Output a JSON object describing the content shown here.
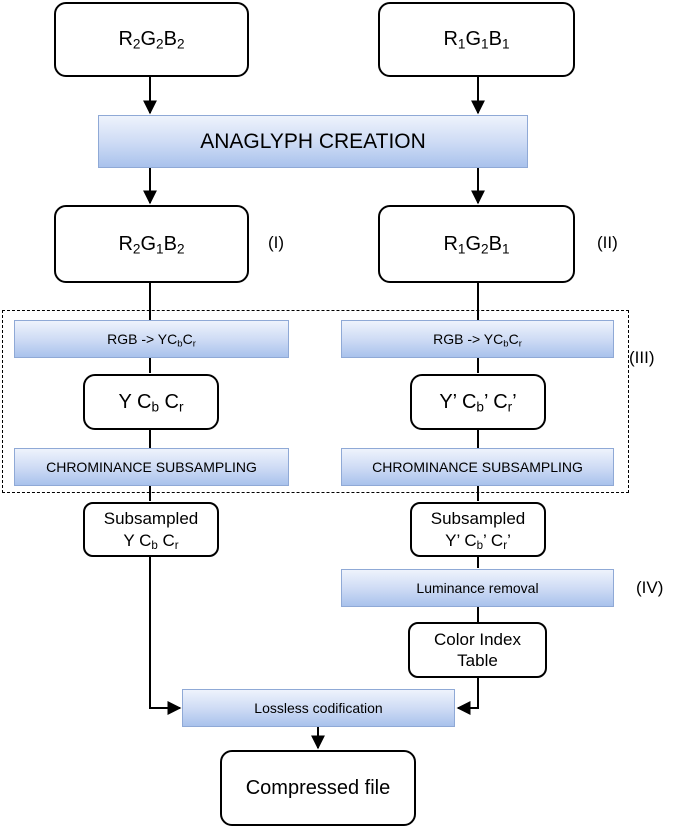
{
  "steps": {
    "anaglyph": "ANAGLYPH CREATION",
    "rgb_to_prefix": "RGB -> Y",
    "chroma_subsampling": "CHROMINANCE SUBSAMPLING",
    "luminance_removal": "Luminance removal",
    "lossless": "Lossless codification"
  },
  "nodes": {
    "subsampled": "Subsampled",
    "color_index_line1": "Color Index",
    "color_index_line2": "Table",
    "compressed_file": "Compressed file"
  },
  "markers": {
    "i": "(I)",
    "ii": "(II)",
    "iii": "(III)",
    "iv": "(IV)"
  },
  "colors": {
    "bar_fill_top": "#eef3fc",
    "bar_fill_bottom": "#a9c2ec",
    "bar_border": "#8fa9d6",
    "box_border": "#000000"
  }
}
